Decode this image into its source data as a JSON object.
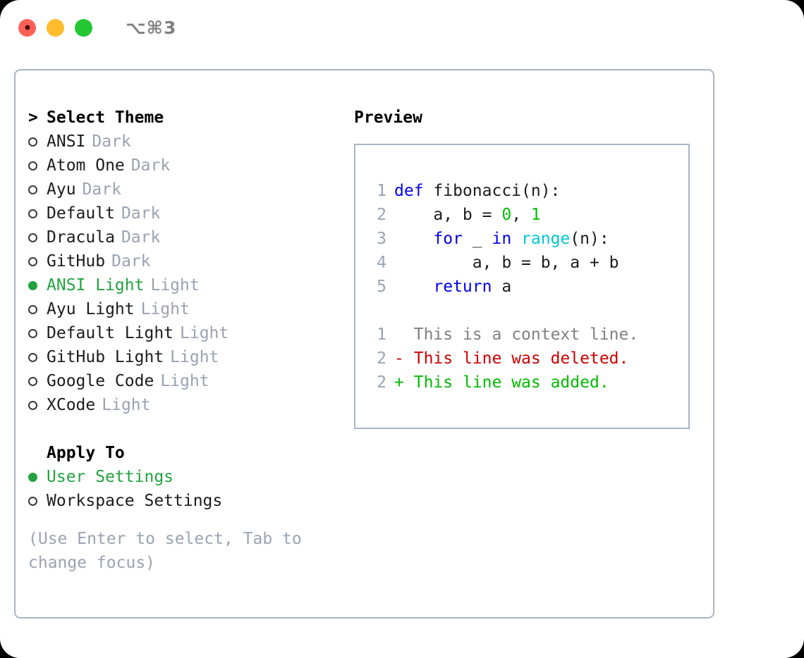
{
  "titlebar": {
    "dots": [
      {
        "name": "close-button",
        "color": "#ff6058"
      },
      {
        "name": "minimize-button",
        "color": "#ffbd2e"
      },
      {
        "name": "maximize-button",
        "color": "#24c732"
      }
    ],
    "shortcut": "⌥⌘3"
  },
  "colors": {
    "accent_green": "#22a33f",
    "muted": "#9aa3b2",
    "border": "#aab4c4",
    "keyword": "#0000ee",
    "number": "#00bb00",
    "builtin": "#00c8d4",
    "diff_delete": "#cc0000",
    "diff_add": "#00bb00",
    "diff_context": "#808080"
  },
  "theme_select": {
    "header_marker": ">",
    "header": "Select Theme",
    "items": [
      {
        "label": "ANSI",
        "suffix": "Dark",
        "selected": false
      },
      {
        "label": "Atom One",
        "suffix": "Dark",
        "selected": false
      },
      {
        "label": "Ayu",
        "suffix": "Dark",
        "selected": false
      },
      {
        "label": "Default",
        "suffix": "Dark",
        "selected": false
      },
      {
        "label": "Dracula",
        "suffix": "Dark",
        "selected": false
      },
      {
        "label": "GitHub",
        "suffix": "Dark",
        "selected": false
      },
      {
        "label": "ANSI Light",
        "suffix": "Light",
        "selected": true
      },
      {
        "label": "Ayu Light",
        "suffix": "Light",
        "selected": false
      },
      {
        "label": "Default Light",
        "suffix": "Light",
        "selected": false
      },
      {
        "label": "GitHub Light",
        "suffix": "Light",
        "selected": false
      },
      {
        "label": "Google Code",
        "suffix": "Light",
        "selected": false
      },
      {
        "label": "XCode",
        "suffix": "Light",
        "selected": false
      }
    ]
  },
  "apply_to": {
    "header": "Apply To",
    "items": [
      {
        "label": "User Settings",
        "selected": true
      },
      {
        "label": "Workspace Settings",
        "selected": false
      }
    ]
  },
  "hint": "(Use Enter to select, Tab to change focus)",
  "preview": {
    "title": "Preview",
    "code_lines": [
      {
        "no": "1",
        "tokens": [
          {
            "t": "def ",
            "c": "kw"
          },
          {
            "t": "fibonacci(n):",
            "c": "plain"
          }
        ]
      },
      {
        "no": "2",
        "tokens": [
          {
            "t": "    a, b = ",
            "c": "plain"
          },
          {
            "t": "0",
            "c": "num"
          },
          {
            "t": ", ",
            "c": "plain"
          },
          {
            "t": "1",
            "c": "num"
          }
        ]
      },
      {
        "no": "3",
        "tokens": [
          {
            "t": "    ",
            "c": "plain"
          },
          {
            "t": "for",
            "c": "kw"
          },
          {
            "t": " _ ",
            "c": "plain"
          },
          {
            "t": "in",
            "c": "kw"
          },
          {
            "t": " ",
            "c": "plain"
          },
          {
            "t": "range",
            "c": "builtin"
          },
          {
            "t": "(n):",
            "c": "plain"
          }
        ]
      },
      {
        "no": "4",
        "tokens": [
          {
            "t": "        a, b = b, a + b",
            "c": "plain"
          }
        ]
      },
      {
        "no": "5",
        "tokens": [
          {
            "t": "    ",
            "c": "plain"
          },
          {
            "t": "return",
            "c": "kw"
          },
          {
            "t": " a",
            "c": "plain"
          }
        ]
      }
    ],
    "diff_lines": [
      {
        "no": "1",
        "sign": " ",
        "text": "This is a context line.",
        "kind": "ctx"
      },
      {
        "no": "2",
        "sign": "-",
        "text": "This line was deleted.",
        "kind": "del"
      },
      {
        "no": "2",
        "sign": "+",
        "text": "This line was added.",
        "kind": "add"
      }
    ]
  }
}
